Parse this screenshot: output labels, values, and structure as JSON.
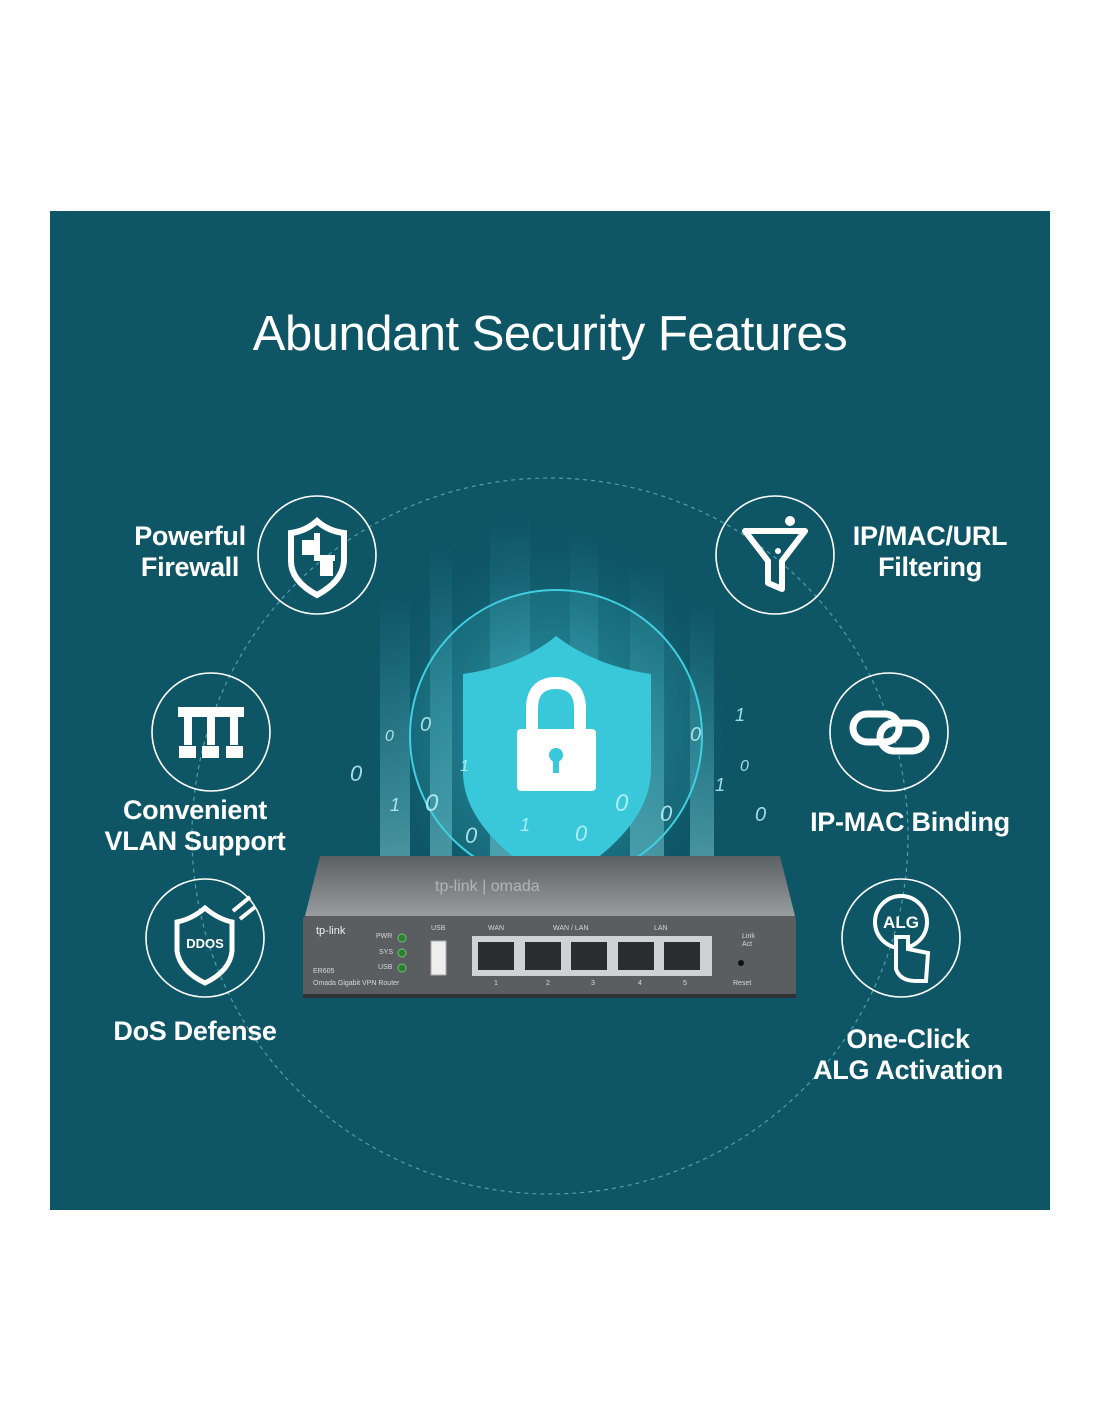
{
  "title": "Abundant Security Features",
  "features": [
    {
      "line1": "Powerful",
      "line2": "Firewall",
      "icon": "shield-icon"
    },
    {
      "line1": "IP/MAC/URL",
      "line2": "Filtering",
      "icon": "filter-icon"
    },
    {
      "line1": "Convenient",
      "line2": "VLAN Support",
      "icon": "vlan-icon"
    },
    {
      "line1": "IP-MAC Binding",
      "icon": "link-icon"
    },
    {
      "line1": "DoS Defense",
      "icon": "ddos-shield-icon",
      "badge": "DDOS"
    },
    {
      "line1": "One-Click",
      "line2": "ALG Activation",
      "icon": "alg-click-icon",
      "badge": "ALG"
    }
  ],
  "router": {
    "brand": "tp-link",
    "top_logo": "tp-link | omada",
    "model": "ER605",
    "description": "Omada Gigabit VPN Router",
    "leds": [
      "PWR",
      "SYS",
      "USB"
    ],
    "usb_label": "USB",
    "port_groups": [
      "WAN",
      "WAN / LAN",
      "LAN"
    ],
    "port_numbers": [
      "1",
      "2",
      "3",
      "4",
      "5"
    ],
    "status_legend": [
      "Link",
      "Act"
    ],
    "reset_label": "Reset"
  },
  "colors": {
    "background": "#0e5566",
    "accent": "#36c9dc"
  }
}
